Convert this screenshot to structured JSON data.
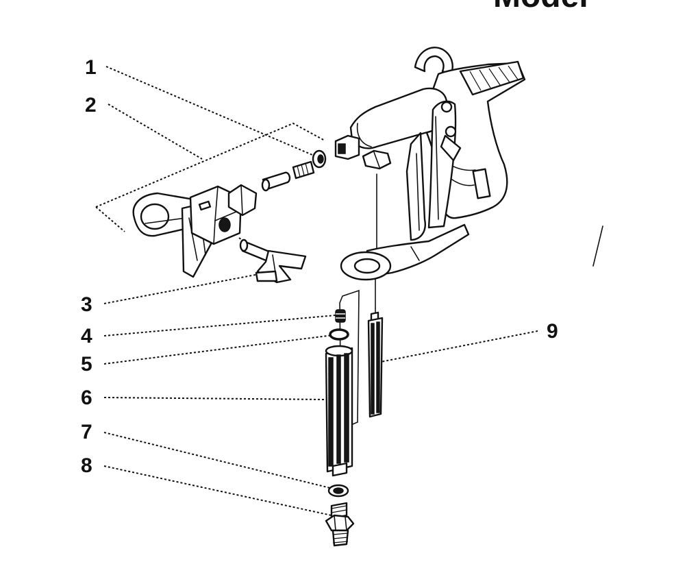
{
  "header": {
    "partial_title": "Model"
  },
  "callouts": [
    {
      "id": "1",
      "label": "1"
    },
    {
      "id": "2",
      "label": "2"
    },
    {
      "id": "3",
      "label": "3"
    },
    {
      "id": "4",
      "label": "4"
    },
    {
      "id": "5",
      "label": "5"
    },
    {
      "id": "6",
      "label": "6"
    },
    {
      "id": "7",
      "label": "7"
    },
    {
      "id": "8",
      "label": "8"
    },
    {
      "id": "9",
      "label": "9"
    }
  ]
}
